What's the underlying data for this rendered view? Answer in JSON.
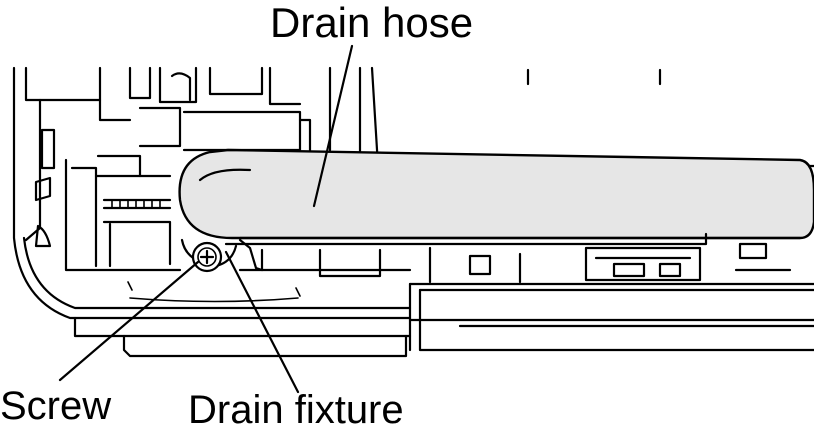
{
  "labels": {
    "drain_hose": "Drain hose",
    "screw": "Screw",
    "drain_fixture": "Drain fixture"
  },
  "colors": {
    "line": "#000000",
    "hose_fill": "#e6e6e6",
    "background": "#ffffff"
  }
}
